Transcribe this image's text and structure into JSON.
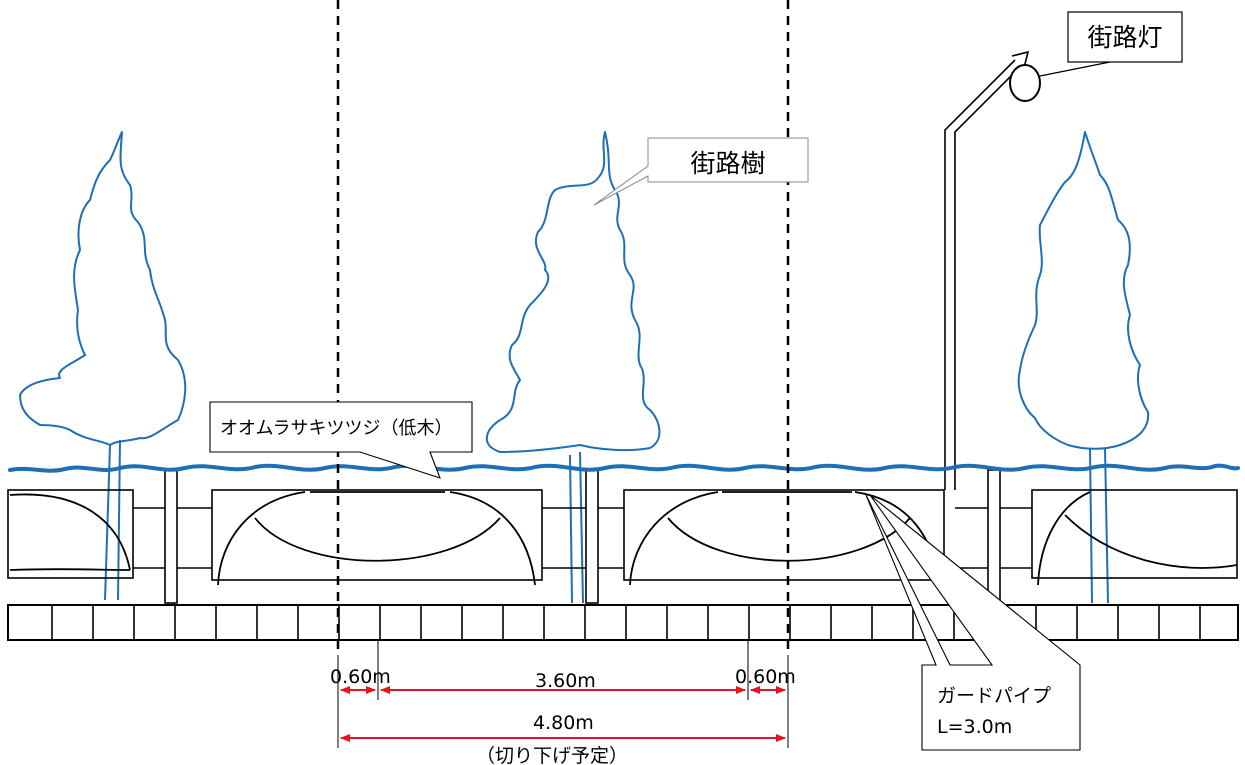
{
  "labels": {
    "street_light": "街路灯",
    "street_tree": "街路樹",
    "shrub": "オオムラサキツツジ（低木）",
    "guard_pipe_line1": "ガードパイプ",
    "guard_pipe_line2": "L=3.0m"
  },
  "dimensions": {
    "left_gap": "0.60m",
    "center": "3.60m",
    "right_gap": "0.60m",
    "total": "4.80m",
    "note": "（切り下げ予定）"
  },
  "colors": {
    "tree": "#1f6fb5",
    "dimension": "#e8141b",
    "line": "#000000"
  }
}
